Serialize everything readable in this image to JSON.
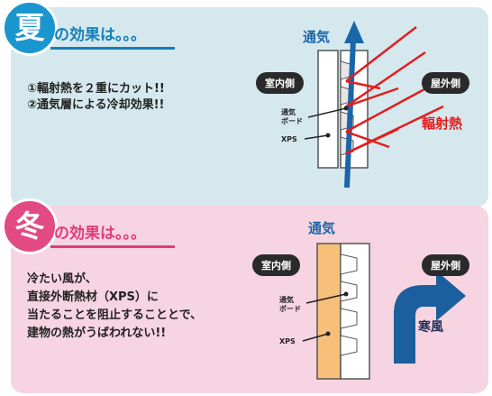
{
  "summer": {
    "badge": "夏",
    "heading": "の効果は。。。",
    "lines": [
      "①輻射熱を２重にカット!!",
      "②通気層による冷却効果!!"
    ],
    "indoor_label": "室内側",
    "outdoor_label": "屋外側",
    "airflow_label": "通気",
    "radiant_label": "輻射熱",
    "board_label_line1": "通気",
    "board_label_line2": "ボード",
    "xps_label": "XPS"
  },
  "winter": {
    "badge": "冬",
    "heading": "の効果は。。。",
    "lines": [
      "冷たい風が、",
      "直接外断熱材（XPS）に",
      "当たることを阻止することとで、",
      "建物の熱がうばわれない!!"
    ],
    "indoor_label": "室内側",
    "outdoor_label": "屋外側",
    "airflow_label": "通気",
    "cold_wind_label": "寒風",
    "board_label_line1": "通気",
    "board_label_line2": "ボード",
    "xps_label": "XPS"
  },
  "colors": {
    "summer_bg": "#d5e8ee",
    "winter_bg": "#f7d4e1",
    "summer_accent": "#1a96cf",
    "winter_accent": "#e34a83",
    "heat_red": "#e11e1e",
    "cold_blue": "#1b5f9e",
    "xps_orange": "#f6c07a"
  }
}
